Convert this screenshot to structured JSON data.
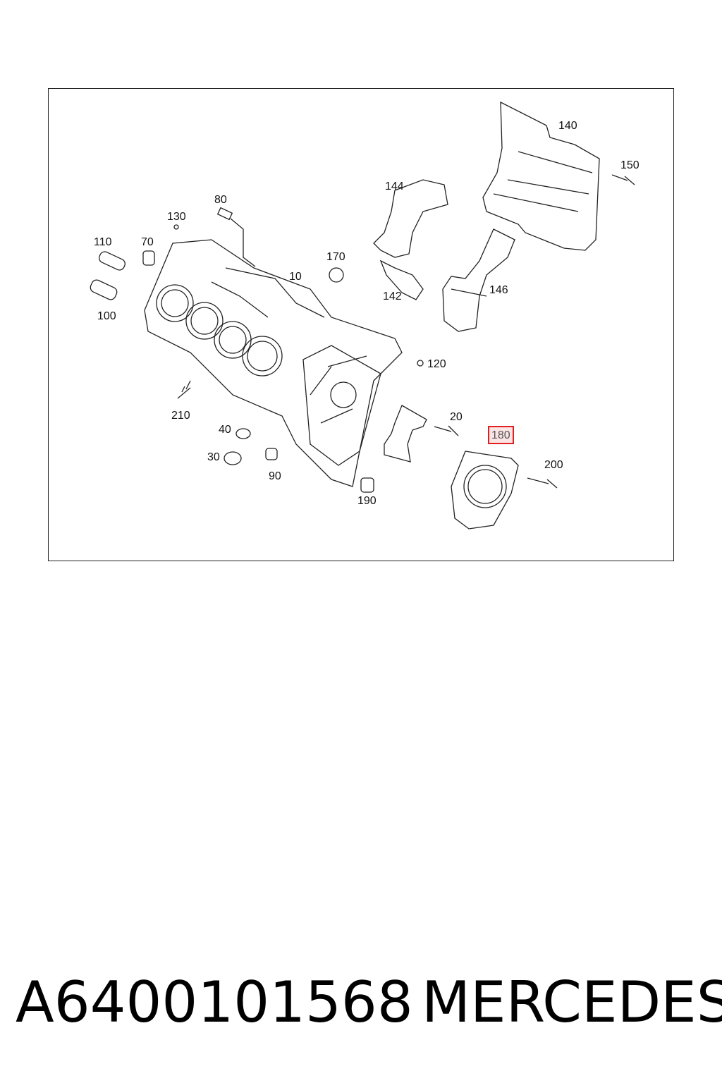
{
  "diagram": {
    "callouts": [
      {
        "id": "140",
        "text": "140"
      },
      {
        "id": "150",
        "text": "150"
      },
      {
        "id": "144",
        "text": "144"
      },
      {
        "id": "80",
        "text": "80"
      },
      {
        "id": "130",
        "text": "130"
      },
      {
        "id": "110",
        "text": "110"
      },
      {
        "id": "70",
        "text": "70"
      },
      {
        "id": "170",
        "text": "170"
      },
      {
        "id": "10",
        "text": "10"
      },
      {
        "id": "142",
        "text": "142"
      },
      {
        "id": "146",
        "text": "146"
      },
      {
        "id": "100",
        "text": "100"
      },
      {
        "id": "120",
        "text": "120"
      },
      {
        "id": "210",
        "text": "210"
      },
      {
        "id": "20",
        "text": "20"
      },
      {
        "id": "180",
        "text": "180",
        "highlighted": true
      },
      {
        "id": "40",
        "text": "40"
      },
      {
        "id": "200",
        "text": "200"
      },
      {
        "id": "30",
        "text": "30"
      },
      {
        "id": "90",
        "text": "90"
      },
      {
        "id": "190",
        "text": "190"
      }
    ],
    "highlight_color": "#e02020"
  },
  "footer": {
    "part_number": "A6400101568",
    "brand": "MERCEDES"
  }
}
